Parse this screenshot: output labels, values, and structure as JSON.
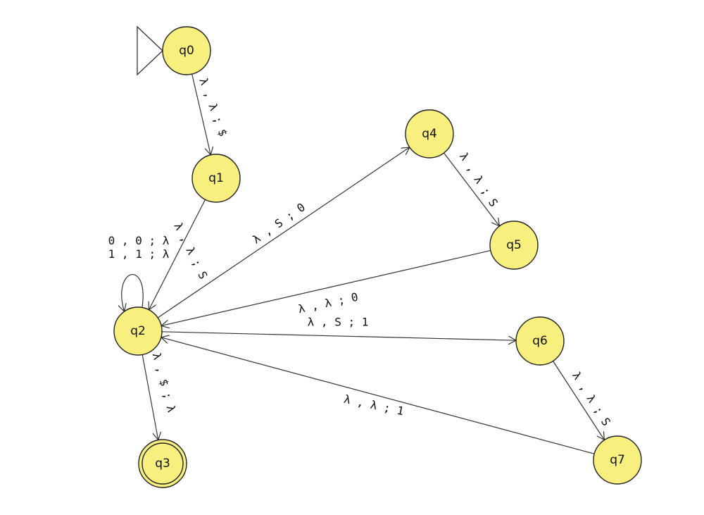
{
  "automaton": {
    "start_state": "q0",
    "accept_states": [
      "q3"
    ],
    "states": [
      {
        "id": "q0",
        "label": "q0"
      },
      {
        "id": "q1",
        "label": "q1"
      },
      {
        "id": "q2",
        "label": "q2"
      },
      {
        "id": "q3",
        "label": "q3"
      },
      {
        "id": "q4",
        "label": "q4"
      },
      {
        "id": "q5",
        "label": "q5"
      },
      {
        "id": "q6",
        "label": "q6"
      },
      {
        "id": "q7",
        "label": "q7"
      }
    ],
    "transitions": [
      {
        "id": "t0",
        "from": "q0",
        "to": "q1",
        "lines": [
          "λ , λ ; $"
        ]
      },
      {
        "id": "t1",
        "from": "q1",
        "to": "q2",
        "lines": [
          "λ , λ ; S"
        ]
      },
      {
        "id": "t2",
        "from": "q2",
        "to": "q2",
        "lines": [
          "0 , 0 ; λ",
          "1 , 1 ; λ"
        ]
      },
      {
        "id": "t3",
        "from": "q2",
        "to": "q4",
        "lines": [
          "λ , S ; 0"
        ]
      },
      {
        "id": "t4",
        "from": "q4",
        "to": "q5",
        "lines": [
          "λ , λ ; S"
        ]
      },
      {
        "id": "t5",
        "from": "q5",
        "to": "q2",
        "lines": [
          "λ , λ ; 0"
        ]
      },
      {
        "id": "t6",
        "from": "q2",
        "to": "q6",
        "lines": [
          "λ , S ; 1"
        ]
      },
      {
        "id": "t7",
        "from": "q6",
        "to": "q7",
        "lines": [
          "λ , λ ; S"
        ]
      },
      {
        "id": "t8",
        "from": "q7",
        "to": "q2",
        "lines": [
          "λ , λ ; 1"
        ]
      },
      {
        "id": "t9",
        "from": "q2",
        "to": "q3",
        "lines": [
          "λ , $ ; λ"
        ]
      }
    ]
  }
}
